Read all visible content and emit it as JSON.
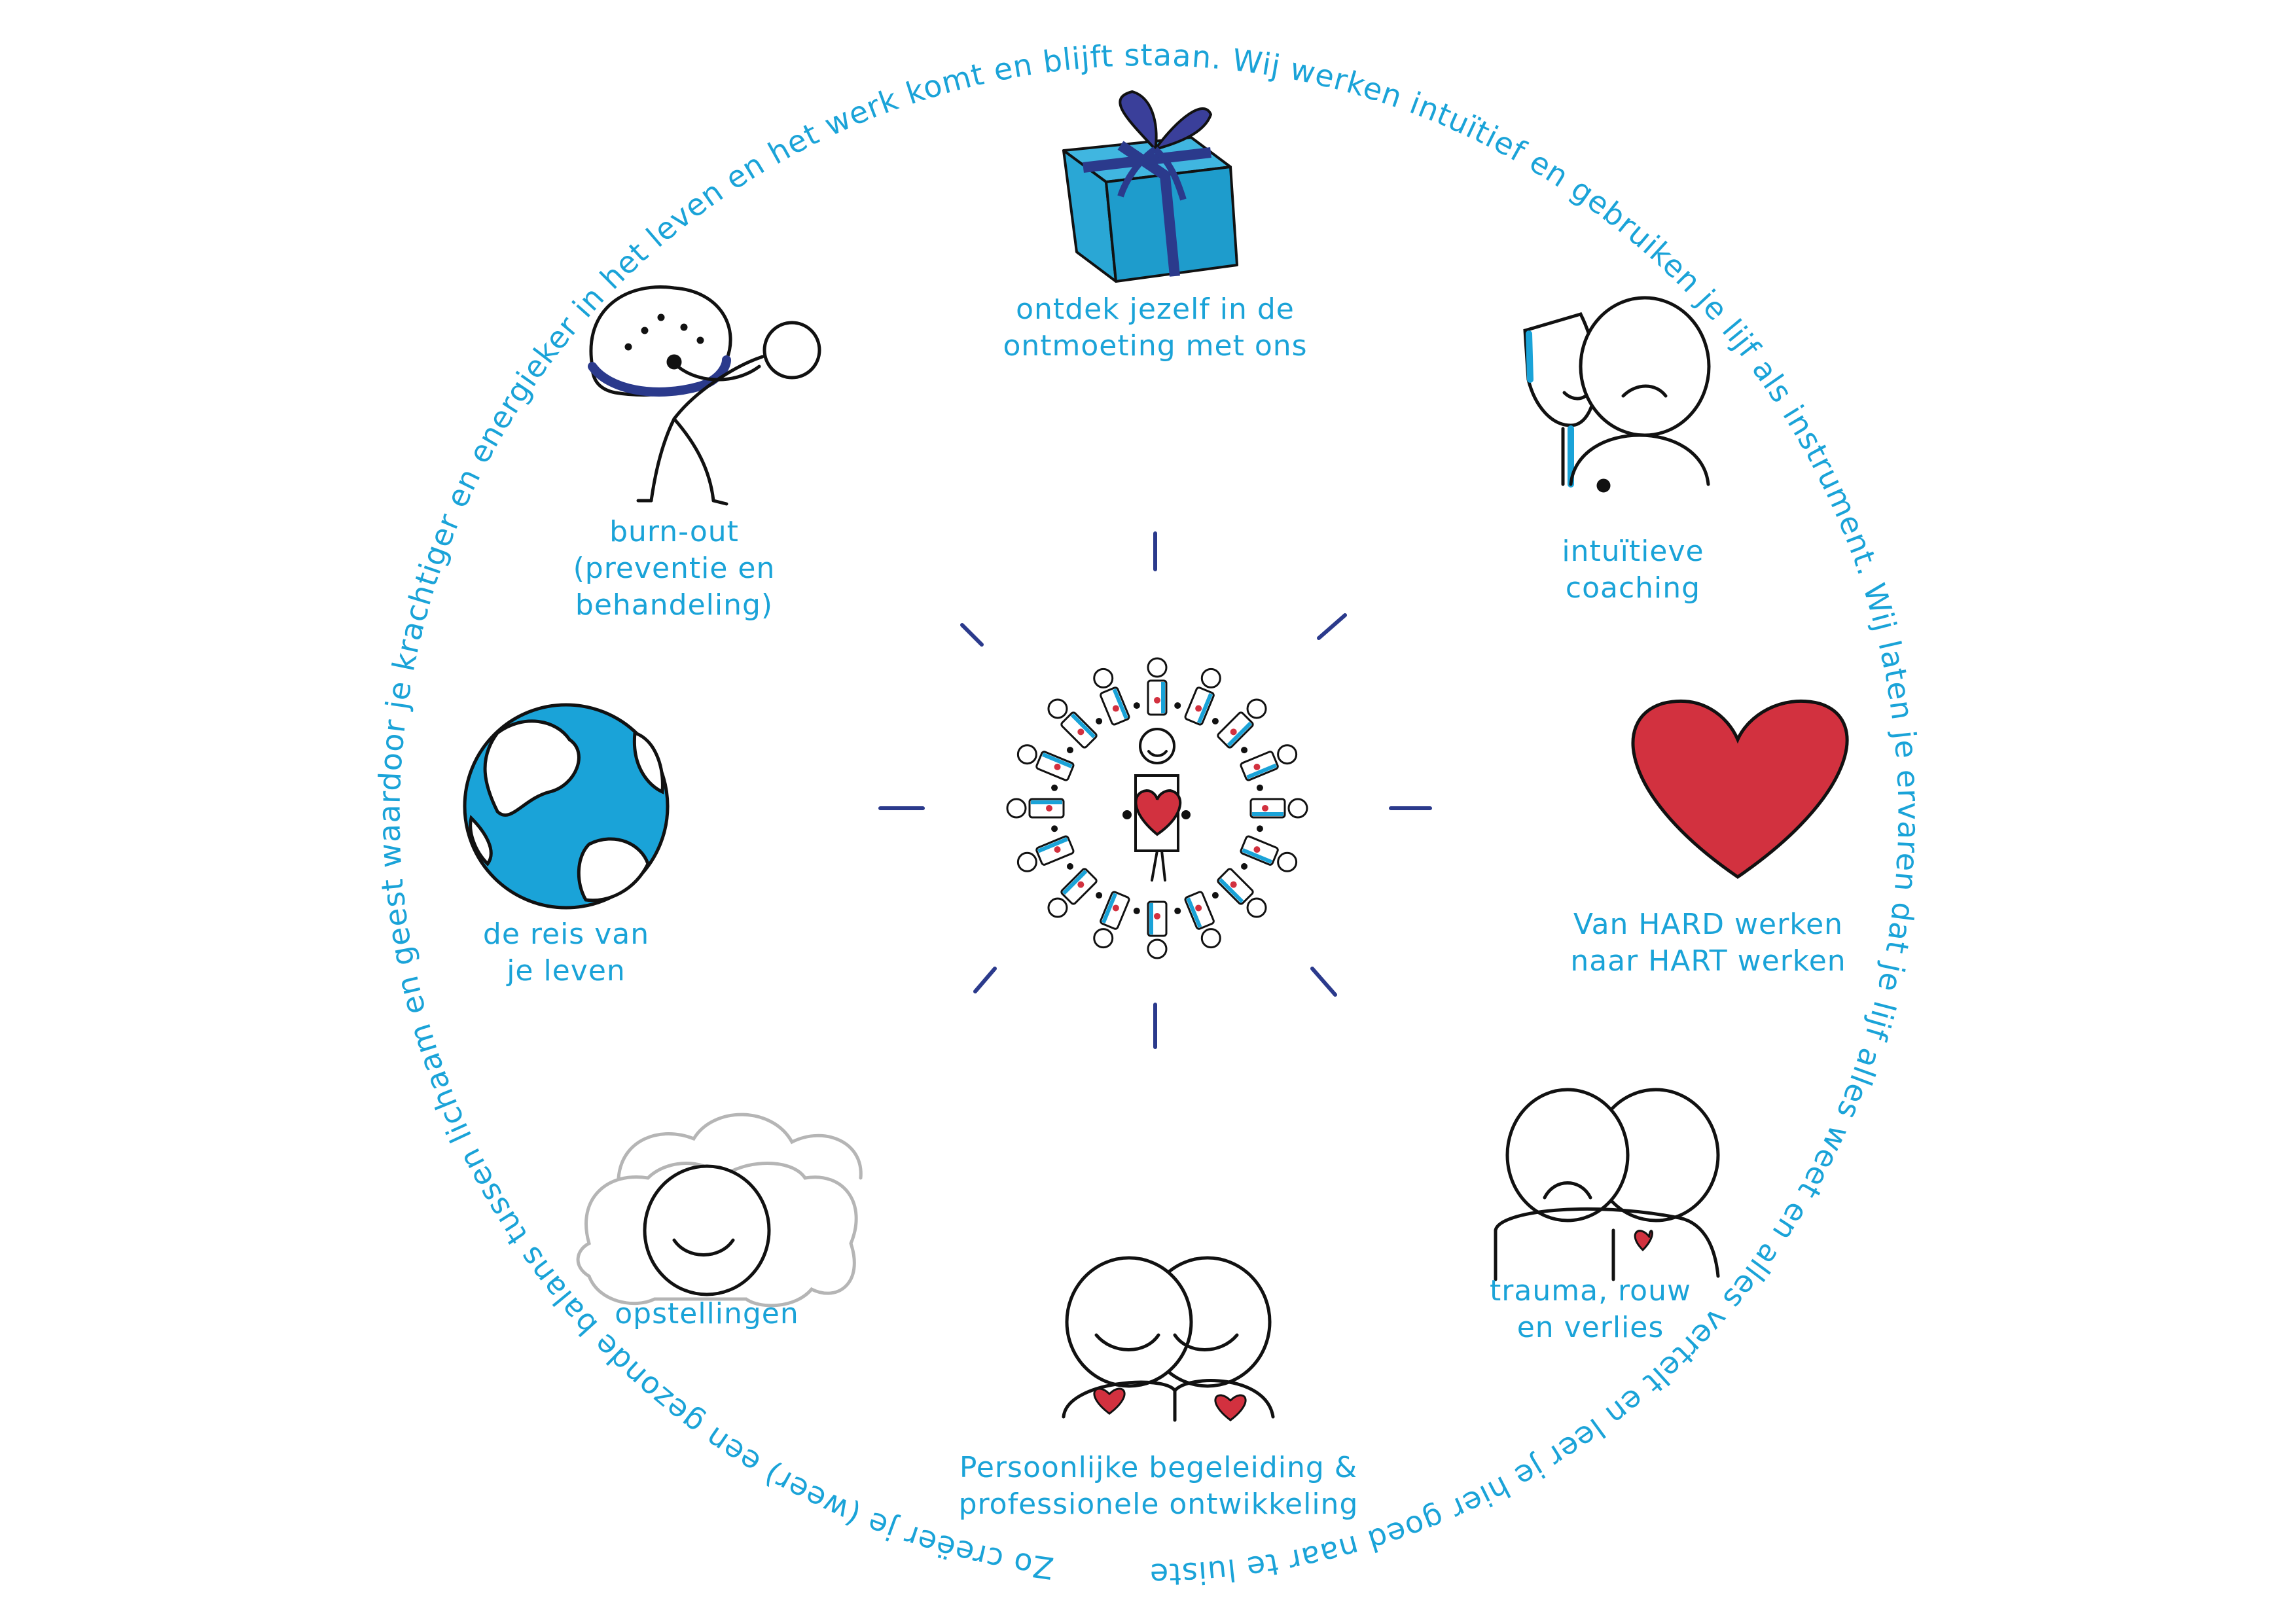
{
  "ring_text": "Zo creëer je (weer) een gezonde balans tussen lichaam en geest waardoor je krachtiger en energieker in het leven en het werk komt en blijft staan. Wij werken intuïtief en gebruiken je lijf als instrument. Wij laten je ervaren dat je lijf alles weet en alles vertelt en leer je hier goed naar te luisteren.",
  "center": {
    "icon": "circle-of-people-with-heart-icon"
  },
  "items": [
    {
      "label": "ontdek jezelf in de\nontmoeting met ons",
      "icon": "gift-box-icon"
    },
    {
      "label": "intuïtieve\ncoaching",
      "icon": "two-faces-mirror-icon"
    },
    {
      "label": "Van HARD werken\nnaar HART werken",
      "icon": "heart-icon"
    },
    {
      "label": "trauma, rouw\nen verlies",
      "icon": "hug-icon"
    },
    {
      "label": "Persoonlijke begeleiding &\nprofessionele ontwikkeling",
      "icon": "two-people-hearts-icon"
    },
    {
      "label": "opstellingen",
      "icon": "person-in-cloud-icon"
    },
    {
      "label": "de reis van\nje leven",
      "icon": "globe-icon"
    },
    {
      "label": "burn-out\n(preventie en\nbehandeling)",
      "icon": "person-carrying-rock-icon"
    }
  ],
  "colors": {
    "accent": "#1aa3d8",
    "navy": "#2b3a8c",
    "heart": "#d2313f",
    "ink": "#111111",
    "cloud": "#b5b5b5"
  }
}
